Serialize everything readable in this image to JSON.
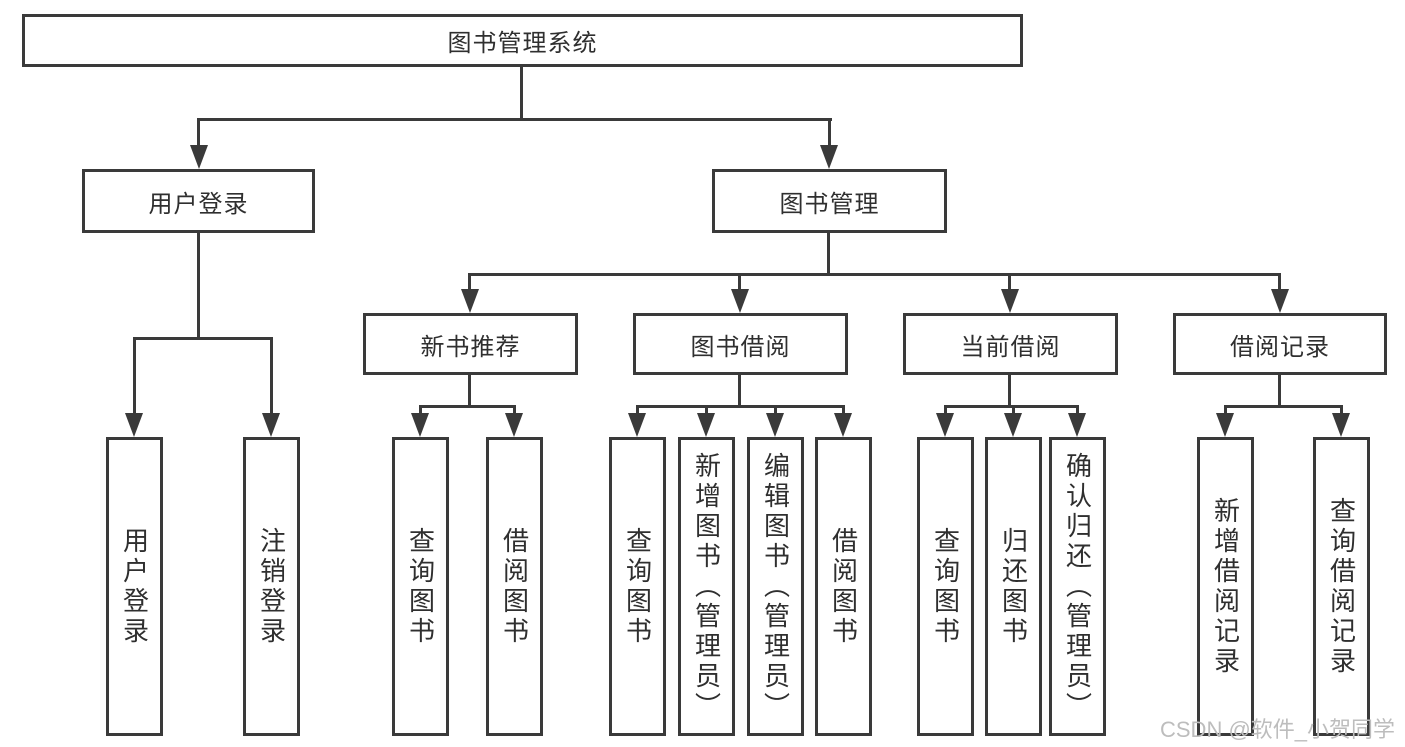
{
  "colors": {
    "line": "#3a3a3a",
    "text": "#2f2f2f",
    "watermark": "#bdbdbd"
  },
  "root": {
    "label": "图书管理系统"
  },
  "level2": [
    {
      "label": "用户登录"
    },
    {
      "label": "图书管理"
    }
  ],
  "level3": [
    {
      "label": "新书推荐"
    },
    {
      "label": "图书借阅"
    },
    {
      "label": "当前借阅"
    },
    {
      "label": "借阅记录"
    }
  ],
  "leaves": {
    "userLogin": [
      "用户登录",
      "注销登录"
    ],
    "newBookRecommend": [
      "查询图书",
      "借阅图书"
    ],
    "bookBorrow": [
      "查询图书",
      "新增图书（管理员）",
      "编辑图书（管理员）",
      "借阅图书"
    ],
    "currentBorrow": [
      "查询图书",
      "归还图书",
      "确认归还（管理员）"
    ],
    "borrowRecords": [
      "新增借阅记录",
      "查询借阅记录"
    ]
  },
  "watermark": {
    "text": "CSDN @软件_小贺同学"
  }
}
